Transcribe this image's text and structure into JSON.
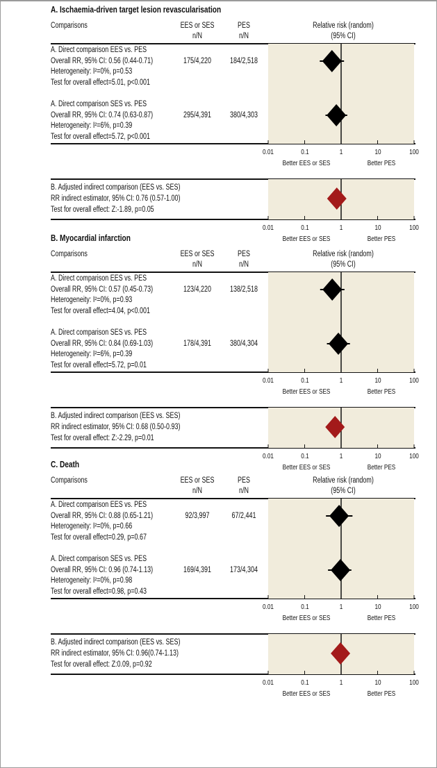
{
  "colors": {
    "shade": "#f1ecdc",
    "direct": "#000000",
    "indirect": "#a31a1a"
  },
  "chart_data": {
    "type": "forest",
    "x_scale": "log",
    "xlim": [
      0.01,
      100
    ],
    "tick_labels": [
      "0.01",
      "0.1",
      "1",
      "10",
      "100"
    ],
    "ticks": [
      0.01,
      0.1,
      1,
      10,
      100
    ],
    "left_label": "Better EES or SES",
    "right_label": "Better PES",
    "header": {
      "comparisons": "Comparisons",
      "col1": "EES or SES",
      "col2": "PES",
      "nN": "n/N",
      "rr": "Relative risk (random)",
      "ci": "(95% CI)"
    },
    "sections": [
      {
        "title": "A. Ischaemia-driven target lesion revascularisation",
        "direct": [
          {
            "lines": [
              "A. Direct comparison EES vs. PES",
              "Overall RR, 95% CI: 0.56 (0.44-0.71)",
              "Heterogeneity: I²=0%, p=0.53",
              "Test for overall effect=5.01, p<0.001"
            ],
            "n1": "175/4,220",
            "n2": "184/2,518",
            "rr": 0.56,
            "lo": 0.44,
            "hi": 0.71
          },
          {
            "lines": [
              "A. Direct comparison SES vs. PES",
              "Overall RR, 95% CI: 0.74 (0.63-0.87)",
              "Heterogeneity: I²=6%, p=0.39",
              "Test for overall effect=5.72, p<0.001"
            ],
            "n1": "295/4,391",
            "n2": "380/4,303",
            "rr": 0.74,
            "lo": 0.63,
            "hi": 0.87
          }
        ],
        "indirect": {
          "lines": [
            "B. Adjusted indirect comparison (EES vs. SES)",
            "RR indirect estimator, 95% CI: 0.76 (0.57-1.00)",
            "Test for overall effect: Z:-1.89, p=0.05"
          ],
          "rr": 0.76,
          "lo": 0.57,
          "hi": 1.0
        }
      },
      {
        "title": "B. Myocardial infarction",
        "direct": [
          {
            "lines": [
              "A. Direct comparison EES vs. PES",
              "Overall RR, 95% CI: 0.57 (0.45-0.73)",
              "Heterogeneity: I²=0%, p=0.93",
              "Test for overall effect=4.04, p<0.001"
            ],
            "n1": "123/4,220",
            "n2": "138/2,518",
            "rr": 0.57,
            "lo": 0.45,
            "hi": 0.73
          },
          {
            "lines": [
              "A. Direct comparison SES vs. PES",
              "Overall RR, 95% CI: 0.84 (0.69-1.03)",
              "Heterogeneity: I²=6%, p=0.39",
              "Test for overall effect=5.72, p=0.01"
            ],
            "n1": "178/4,391",
            "n2": "380/4,304",
            "rr": 0.84,
            "lo": 0.69,
            "hi": 1.03
          }
        ],
        "indirect": {
          "lines": [
            "B. Adjusted indirect comparison (EES vs. SES)",
            "RR indirect estimator, 95% CI: 0.68 (0.50-0.93)",
            "Test for overall effect: Z:-2.29, p=0.01"
          ],
          "rr": 0.68,
          "lo": 0.5,
          "hi": 0.93
        }
      },
      {
        "title": "C. Death",
        "direct": [
          {
            "lines": [
              "A. Direct comparison EES vs. PES",
              "Overall RR, 95% CI: 0.88 (0.65-1.21)",
              "Heterogeneity: I²=0%, p=0.66",
              "Test for overall effect=0.29, p=0.67"
            ],
            "n1": "92/3,997",
            "n2": "67/2,441",
            "rr": 0.88,
            "lo": 0.65,
            "hi": 1.21
          },
          {
            "lines": [
              "A. Direct comparison SES vs. PES",
              "Overall RR, 95% CI: 0.96 (0.74-1.13)",
              "Heterogeneity: I²=0%, p=0.98",
              "Test for overall effect=0.98, p=0.43"
            ],
            "n1": "169/4,391",
            "n2": "173/4,304",
            "rr": 0.96,
            "lo": 0.74,
            "hi": 1.13
          }
        ],
        "indirect": {
          "lines": [
            "B. Adjusted indirect comparison (EES vs. SES)",
            "RR indirect estimator, 95% CI: 0.96(0.74-1.13)",
            "Test for overall effect: Z:0.09, p=0.92"
          ],
          "rr": 0.96,
          "lo": 0.74,
          "hi": 1.13
        }
      }
    ]
  }
}
